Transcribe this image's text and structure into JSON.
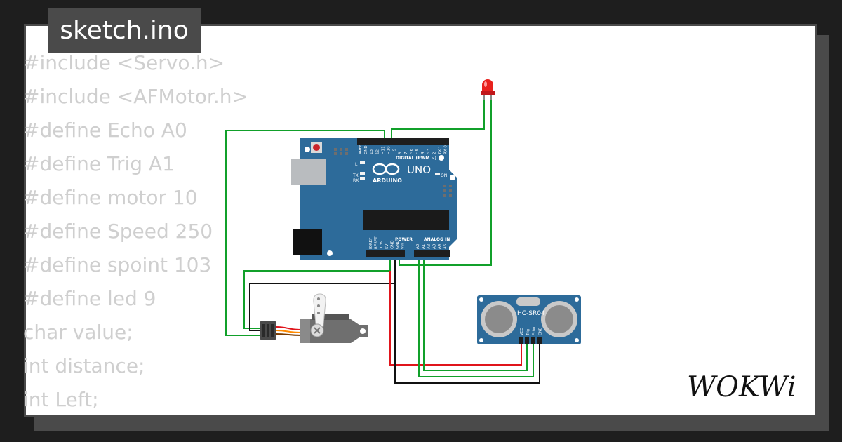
{
  "editor": {
    "filename": "sketch.ino",
    "code_lines": [
      "#include <Servo.h>",
      "#include <AFMotor.h>",
      "#define Echo A0",
      "#define Trig A1",
      "#define motor 10",
      "#define Speed 250",
      "#define spoint 103",
      "#define led 9",
      "char value;",
      "int distance;",
      "int Left;"
    ]
  },
  "board": {
    "model_label": "UNO",
    "brand_label": "ARDUINO",
    "digital_header_label": "DIGITAL (PWM ~)",
    "power_header_label": "POWER",
    "analog_header_label": "ANALOG IN",
    "on_label": "ON",
    "tx_label": "TX",
    "rx_label": "RX",
    "l_label": "L",
    "digital_pins": [
      "AREF",
      "GND",
      "13",
      "12",
      "~11",
      "~10",
      "~9",
      "8",
      "7",
      "~6",
      "~5",
      "4",
      "~3",
      "2",
      "TX 1",
      "RX 0"
    ],
    "power_pins": [
      "IOREF",
      "RESET",
      "3.3V",
      "5V",
      "GND",
      "GND",
      "Vin"
    ],
    "analog_pins": [
      "A0",
      "A1",
      "A2",
      "A3",
      "A4",
      "A5"
    ]
  },
  "sensor": {
    "model_label": "HC-SR04",
    "pins": [
      "VCC",
      "Trig",
      "Echo",
      "GND"
    ]
  },
  "brand": {
    "logo_text": "WOKWi"
  },
  "colors": {
    "board_blue": "#2d6b9a",
    "wire_green": "#11a02a",
    "wire_red": "#e0141b",
    "wire_black": "#111111",
    "led_red": "#e8211d",
    "code_gray": "#cfcfcf",
    "tab_gray": "#4a4a4a"
  }
}
